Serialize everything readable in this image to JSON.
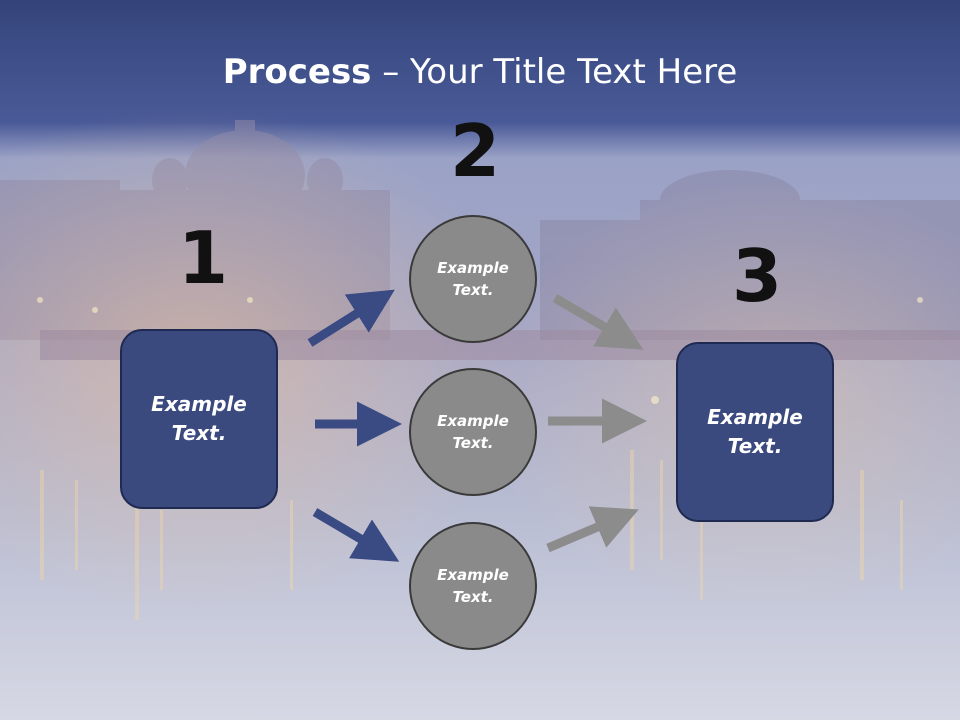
{
  "title": {
    "bold": "Process",
    "rest": " – Your Title Text Here"
  },
  "steps": [
    {
      "number": "1",
      "box_text_line1": "Example",
      "box_text_line2": "Text."
    },
    {
      "number": "2"
    },
    {
      "number": "3",
      "box_text_line1": "Example",
      "box_text_line2": "Text."
    }
  ],
  "circles": [
    {
      "line1": "Example",
      "line2": "Text."
    },
    {
      "line1": "Example",
      "line2": "Text."
    },
    {
      "line1": "Example",
      "line2": "Text."
    }
  ],
  "colors": {
    "box_fill": "#3b4a7e",
    "circle_fill": "#8a8a8a",
    "arrow_blue": "#3a4a82",
    "arrow_gray": "#8c8c8c"
  }
}
